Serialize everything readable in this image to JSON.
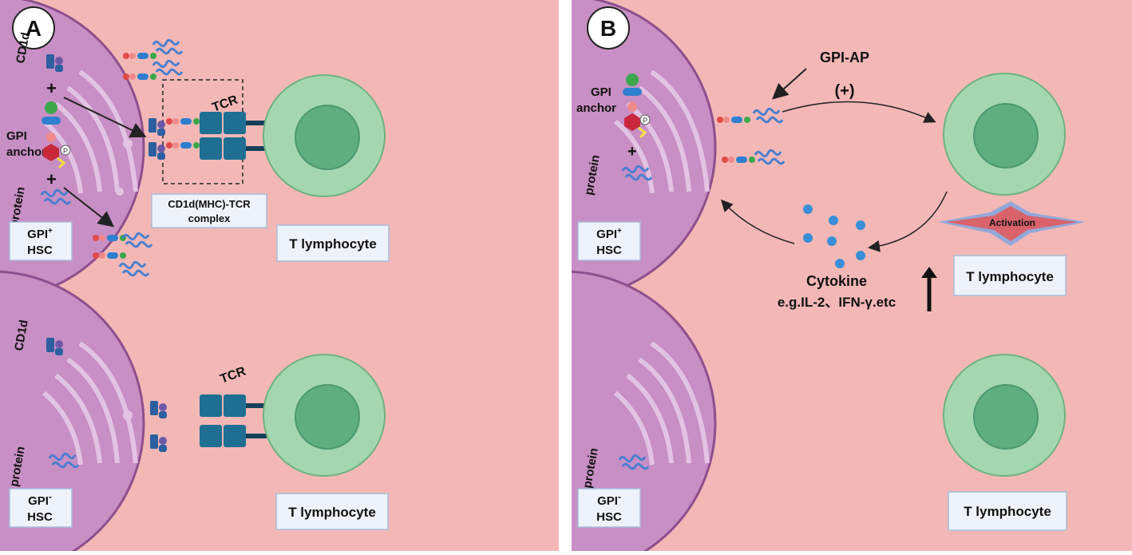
{
  "panel_a": {
    "label": "A",
    "cd1d_top": "CD1d",
    "plus1": "+",
    "gpi_anchor_1": "GPI",
    "gpi_anchor_2": "anchor",
    "plus2": "+",
    "protein_top": "protein",
    "tcr_top": "TCR",
    "complex_1": "CD1d(MHC)-TCR",
    "complex_2": "complex",
    "gpi_pos_hsc_gpi": "GPI",
    "gpi_pos_hsc_sign": "+",
    "gpi_pos_hsc_hsc": "HSC",
    "t_lymphocyte_top": "T lymphocyte",
    "cd1d_bottom": "CD1d",
    "tcr_bottom": "TCR",
    "protein_bottom": "protein",
    "gpi_neg_hsc_gpi": "GPI",
    "gpi_neg_hsc_sign": "-",
    "gpi_neg_hsc_hsc": "HSC",
    "t_lymphocyte_bottom": "T lymphocyte",
    "p_badge": "P"
  },
  "panel_b": {
    "label": "B",
    "gpi_ap": "GPI-AP",
    "plus_sign": "(+)",
    "gpi_anchor_1": "GPI",
    "gpi_anchor_2": "anchor",
    "plus": "+",
    "protein_top": "protein",
    "gpi_pos_hsc_gpi": "GPI",
    "gpi_pos_hsc_sign": "+",
    "gpi_pos_hsc_hsc": "HSC",
    "activation": "Activation",
    "t_lymphocyte_top": "T lymphocyte",
    "cytokine": "Cytokine",
    "cytokine_examples": "e.g.IL-2、IFN-γ.etc",
    "protein_bottom": "protein",
    "gpi_neg_hsc_gpi": "GPI",
    "gpi_neg_hsc_sign": "-",
    "gpi_neg_hsc_hsc": "HSC",
    "t_lymphocyte_bottom": "T lymphocyte",
    "p_badge": "P"
  },
  "colors": {
    "background": "#f3b8b6",
    "hsc_cell": "#c88fc4",
    "hsc_outline": "#8e4f8e",
    "t_cell_outer": "#a4d7b0",
    "t_cell_inner": "#5fae82",
    "tcr": "#1f6f93",
    "cd1d": "#2b5fa0",
    "cytokine": "#3a8ed8",
    "activation": "#d9626b",
    "activation_back": "#93a8d8",
    "label_box": "#eef3fb",
    "label_border": "#a7bcdb"
  }
}
